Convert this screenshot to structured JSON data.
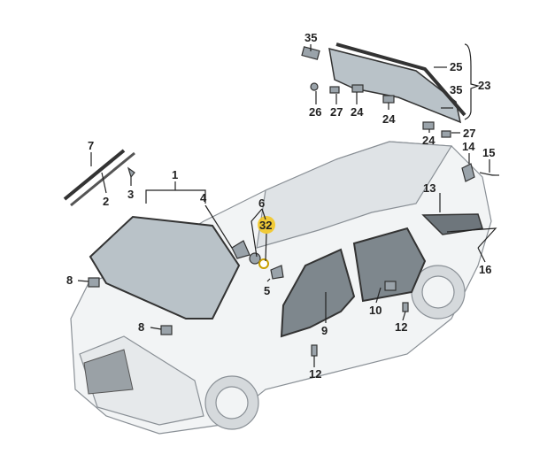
{
  "diagram": {
    "labels": {
      "l35a": "35",
      "l25": "25",
      "l35b": "35",
      "l23": "23",
      "l26": "26",
      "l27a": "27",
      "l24a": "24",
      "l24b": "24",
      "l24c": "24",
      "l27b": "27",
      "l14": "14",
      "l15": "15",
      "l7": "7",
      "l2": "2",
      "l3": "3",
      "l1": "1",
      "l4": "4",
      "l6": "6",
      "l32": "32",
      "l13": "13",
      "l16": "16",
      "l8a": "8",
      "l8b": "8",
      "l5": "5",
      "l9": "9",
      "l10": "10",
      "l12a": "12",
      "l12b": "12"
    },
    "highlight_color": "#f5c518"
  }
}
